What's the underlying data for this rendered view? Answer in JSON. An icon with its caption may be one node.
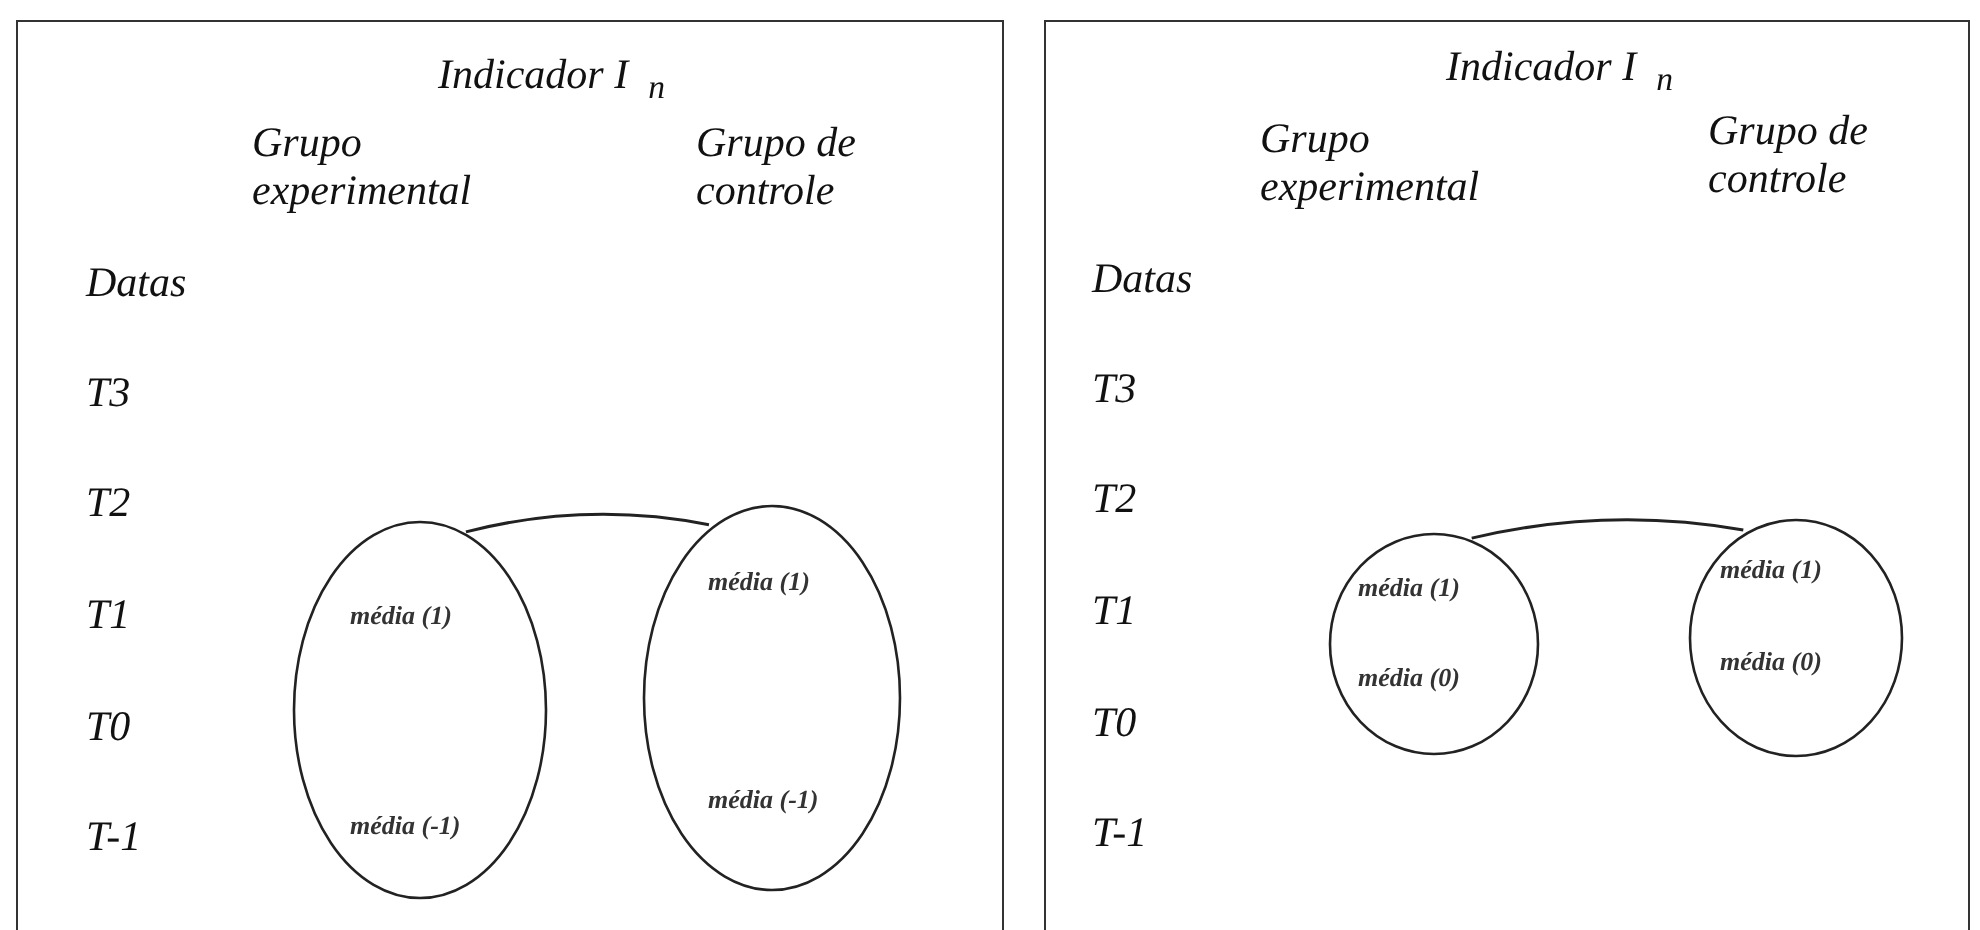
{
  "diagram": {
    "nodes": [
      {
        "text": [
          "Indicador I$_{n}$",
          "Grupo experimental",
          "Grupo de controle",
          "Datas",
          "T3",
          "T2",
          "T1",
          "T0",
          "T-1"
        ]
      },
      {
        "text": [
          "média (1)",
          "média (-1)"
        ],
        "in": 0
      },
      {
        "text": [
          "média (1)",
          "média (-1)"
        ],
        "in": 0
      },
      {
        "text": [
          "Indicador I$_{n}$",
          "Grupo experimental",
          "Grupo de controle",
          "Datas",
          "T3",
          "T2",
          "T1",
          "T0",
          "T-1"
        ]
      },
      {
        "text": [
          "média (1)",
          "média (0)"
        ],
        "in": 3
      },
      {
        "text": [
          "média (1)",
          "média (0)"
        ],
        "in": 3
      }
    ],
    "edges": [
      {
        "from": 1,
        "to": 2,
        "arrow": "none"
      },
      {
        "from": 4,
        "to": 5,
        "arrow": "none"
      }
    ]
  }
}
